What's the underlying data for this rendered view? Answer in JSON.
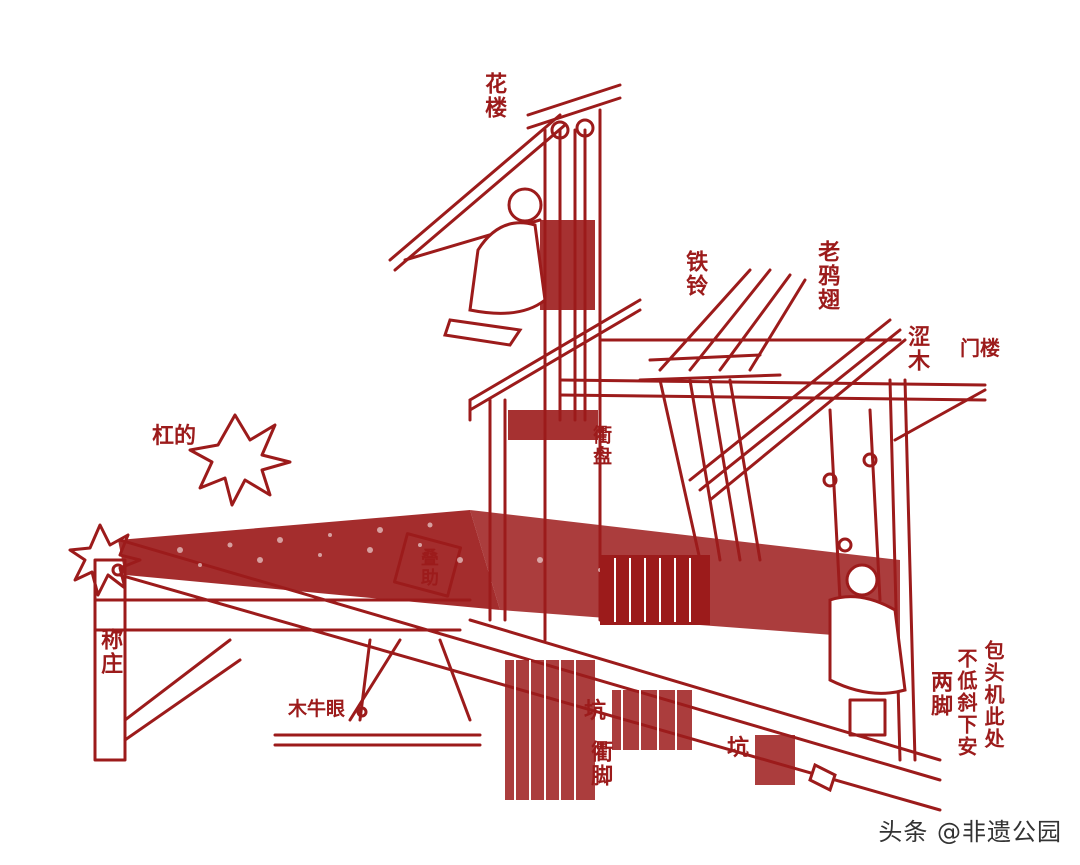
{
  "colors": {
    "ink": "#9c1b1b",
    "background": "#ffffff",
    "watermark": "#333333"
  },
  "labels": {
    "hualou": "花楼",
    "laoyati": "老鸦翅",
    "tieling": "铁铃",
    "jianmu": "涩木",
    "menlou": "门楼",
    "yanggang": "杠的",
    "zuozhuang": "称庄",
    "diedie": "叠助",
    "qujiaopan": "衢盘",
    "muniuyan": "木牛眼",
    "keng1": "坑",
    "keng2": "坑",
    "qujiao": "衢脚",
    "liangjiao": "两脚",
    "note1": "包头机此处",
    "note2": "不低斜下安"
  },
  "watermark": "头条 @非遗公园"
}
